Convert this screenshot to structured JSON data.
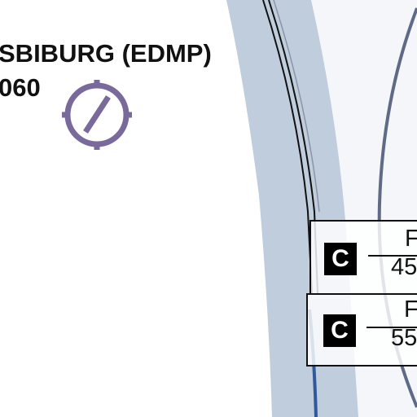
{
  "airport": {
    "name": "SBIBURG (EDMP)",
    "elevation": "060",
    "symbol_color": "#7a6a9c"
  },
  "airspace_labels": [
    {
      "class": "C",
      "upper": "F",
      "lower": "45"
    },
    {
      "class": "C",
      "upper": "F",
      "lower": "55"
    }
  ],
  "colors": {
    "airspace_band": "#bfcddd",
    "boundary_line": "#5f6b86",
    "route_line": "#2e5a99",
    "label_text": "#111111"
  }
}
